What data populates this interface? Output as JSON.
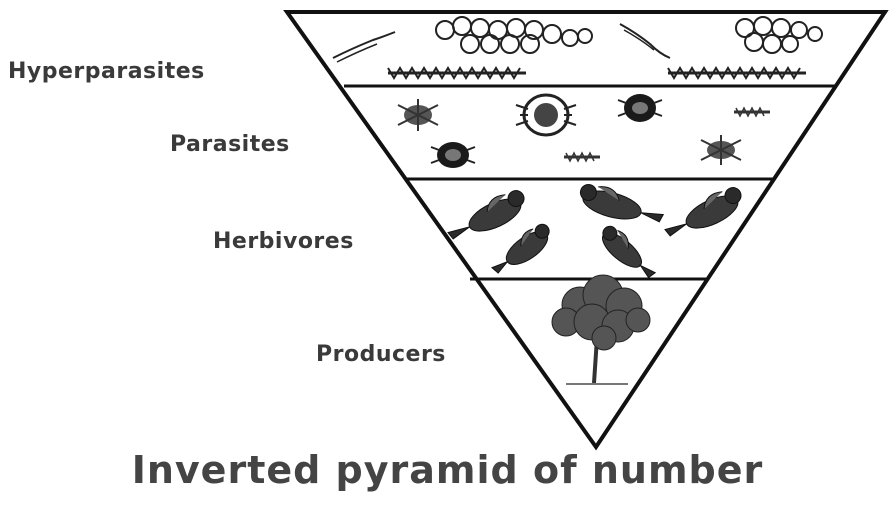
{
  "diagram": {
    "levels": [
      {
        "label": "Hyperparasites"
      },
      {
        "label": "Parasites"
      },
      {
        "label": "Herbivores"
      },
      {
        "label": "Producers"
      }
    ],
    "caption": "Inverted pyramid of number",
    "colors": {
      "line": "#111111",
      "text": "#3a3a3a"
    }
  }
}
